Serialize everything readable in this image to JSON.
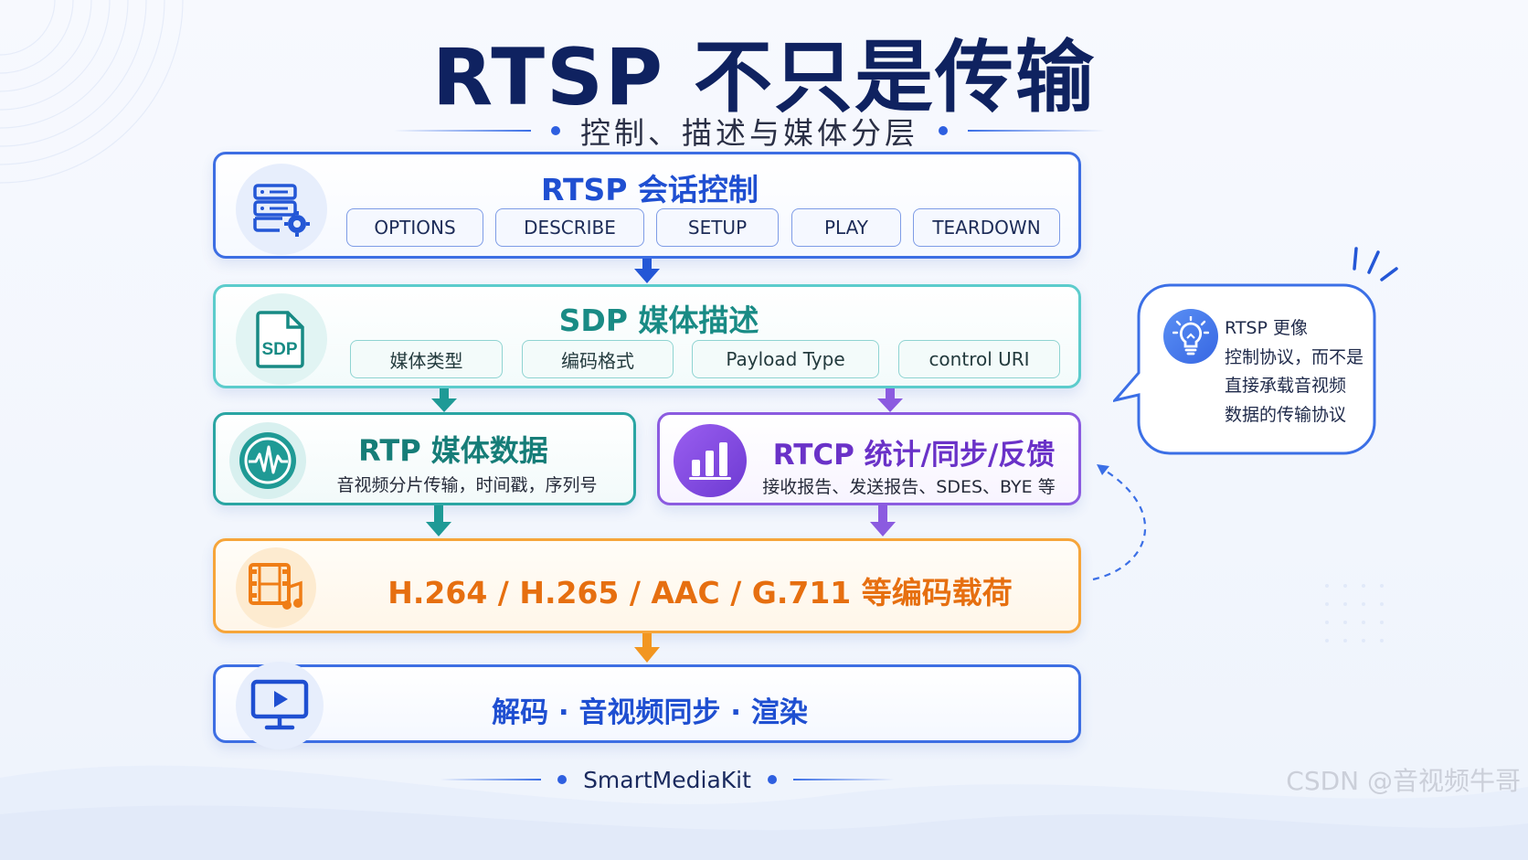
{
  "title": "RTSP 不只是传输",
  "subtitle": "控制、描述与媒体分层",
  "rtsp": {
    "title": "RTSP 会话控制",
    "methods": [
      "OPTIONS",
      "DESCRIBE",
      "SETUP",
      "PLAY",
      "TEARDOWN"
    ],
    "color": "#1f4fd1",
    "icon": "server-gear-icon"
  },
  "sdp": {
    "title": "SDP 媒体描述",
    "items": [
      "媒体类型",
      "编码格式",
      "Payload Type",
      "control URI"
    ],
    "icon_label": "SDP",
    "color": "#198b85",
    "icon": "sdp-file-icon"
  },
  "rtp": {
    "title": "RTP 媒体数据",
    "desc": "音视频分片传输，时间戳，序列号",
    "color": "#167d78",
    "icon": "waveform-icon"
  },
  "rtcp": {
    "title": "RTCP 统计/同步/反馈",
    "desc": "接收报告、发送报告、SDES、BYE 等",
    "color": "#6a32c8",
    "icon": "bar-chart-icon"
  },
  "codec": {
    "title": "H.264 / H.265 / AAC / G.711 等编码载荷",
    "color": "#e66f10",
    "icon": "film-music-icon"
  },
  "render": {
    "title": "解码 · 音视频同步 · 渲染",
    "color": "#1f4fd1",
    "icon": "monitor-play-icon"
  },
  "callout": {
    "lines": [
      "RTSP 更像",
      "控制协议，而不是",
      "直接承载音视频",
      "数据的传输协议"
    ],
    "icon": "lightbulb-icon"
  },
  "footer": "SmartMediaKit",
  "watermark": "CSDN @音视频牛哥"
}
